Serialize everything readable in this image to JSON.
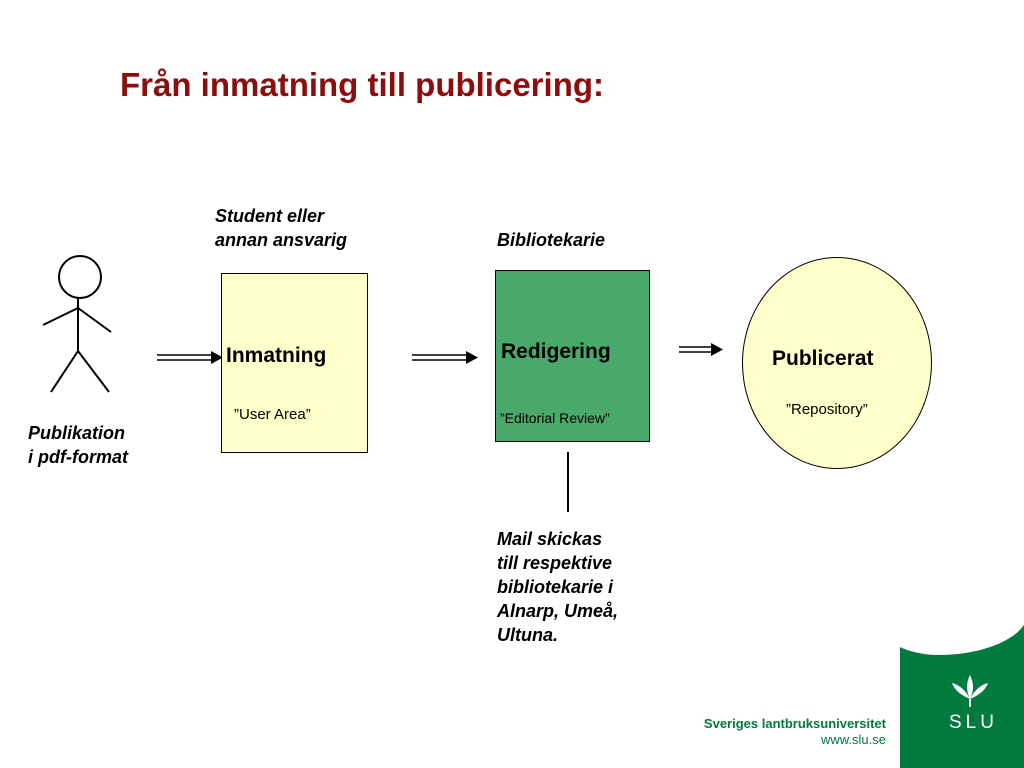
{
  "title": "Från inmatning till publicering:",
  "actor": {
    "caption_line1": "Publikation",
    "caption_line2": "i pdf-format"
  },
  "steps": [
    {
      "role_line1": "Student eller",
      "role_line2": "annan ansvarig",
      "label": "Inmatning",
      "sublabel": "”User Area”",
      "fill": "#ffffcc"
    },
    {
      "role_line1": "Bibliotekarie",
      "label": "Redigering",
      "sublabel": "”Editorial Review”",
      "fill": "#48a96b"
    },
    {
      "label": "Publicerat",
      "sublabel": "”Repository”",
      "fill": "#ffffcc"
    }
  ],
  "note": {
    "lines": [
      "Mail skickas",
      "till respektive",
      "bibliotekarie i",
      "Alnarp, Umeå,",
      "Ultuna."
    ]
  },
  "branding": {
    "name": "Sveriges lantbruksuniversitet",
    "url": "www.slu.se",
    "logo_text": "SLU",
    "color": "#007a3d"
  },
  "colors": {
    "title": "#8b0d0d",
    "arrow": "#000000"
  }
}
